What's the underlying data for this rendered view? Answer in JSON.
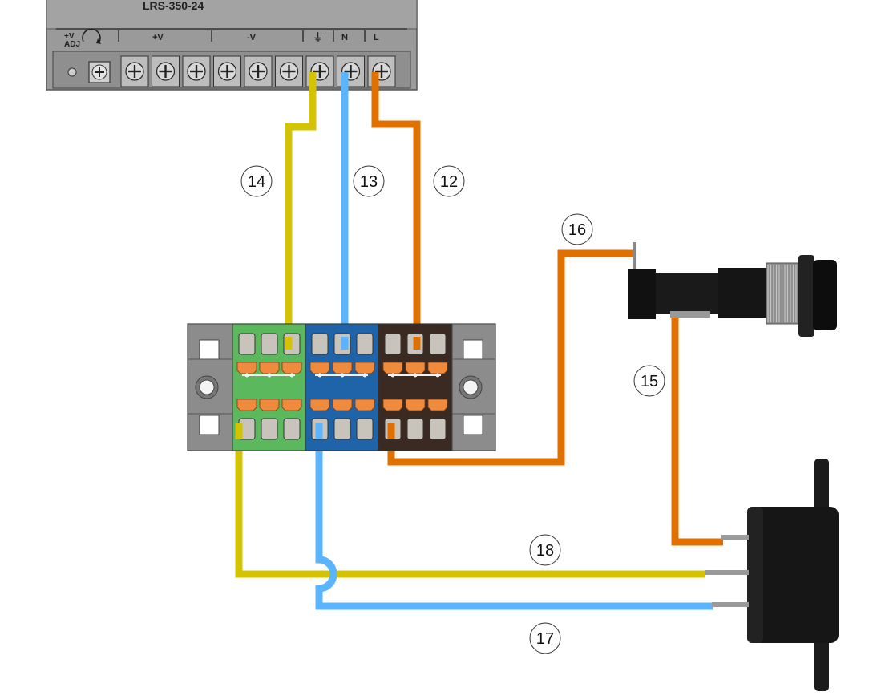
{
  "psu": {
    "model": "LRS-350-24",
    "adj_label_top": "+V",
    "adj_label_bottom": "ADJ",
    "pos_label": "+V",
    "neg_label": "-V",
    "earth_symbol": "⏚",
    "neutral_label": "N",
    "line_label": "L"
  },
  "wire_labels": {
    "w12": "12",
    "w13": "13",
    "w14": "14",
    "w15": "15",
    "w16": "16",
    "w17": "17",
    "w18": "18"
  },
  "colors": {
    "earth_wire": "#d4c300",
    "neutral_wire": "#5bb4ff",
    "line_wire": "#e07000",
    "terminal_green": "#5cb85c",
    "terminal_blue": "#1f63a8",
    "terminal_brown": "#3a2a22",
    "terminal_gray": "#8a8a8a",
    "lever_orange": "#f08a3c"
  },
  "icons": {
    "earth": "earth-ground-icon",
    "adjust_pot": "adjust-potentiometer-icon"
  }
}
